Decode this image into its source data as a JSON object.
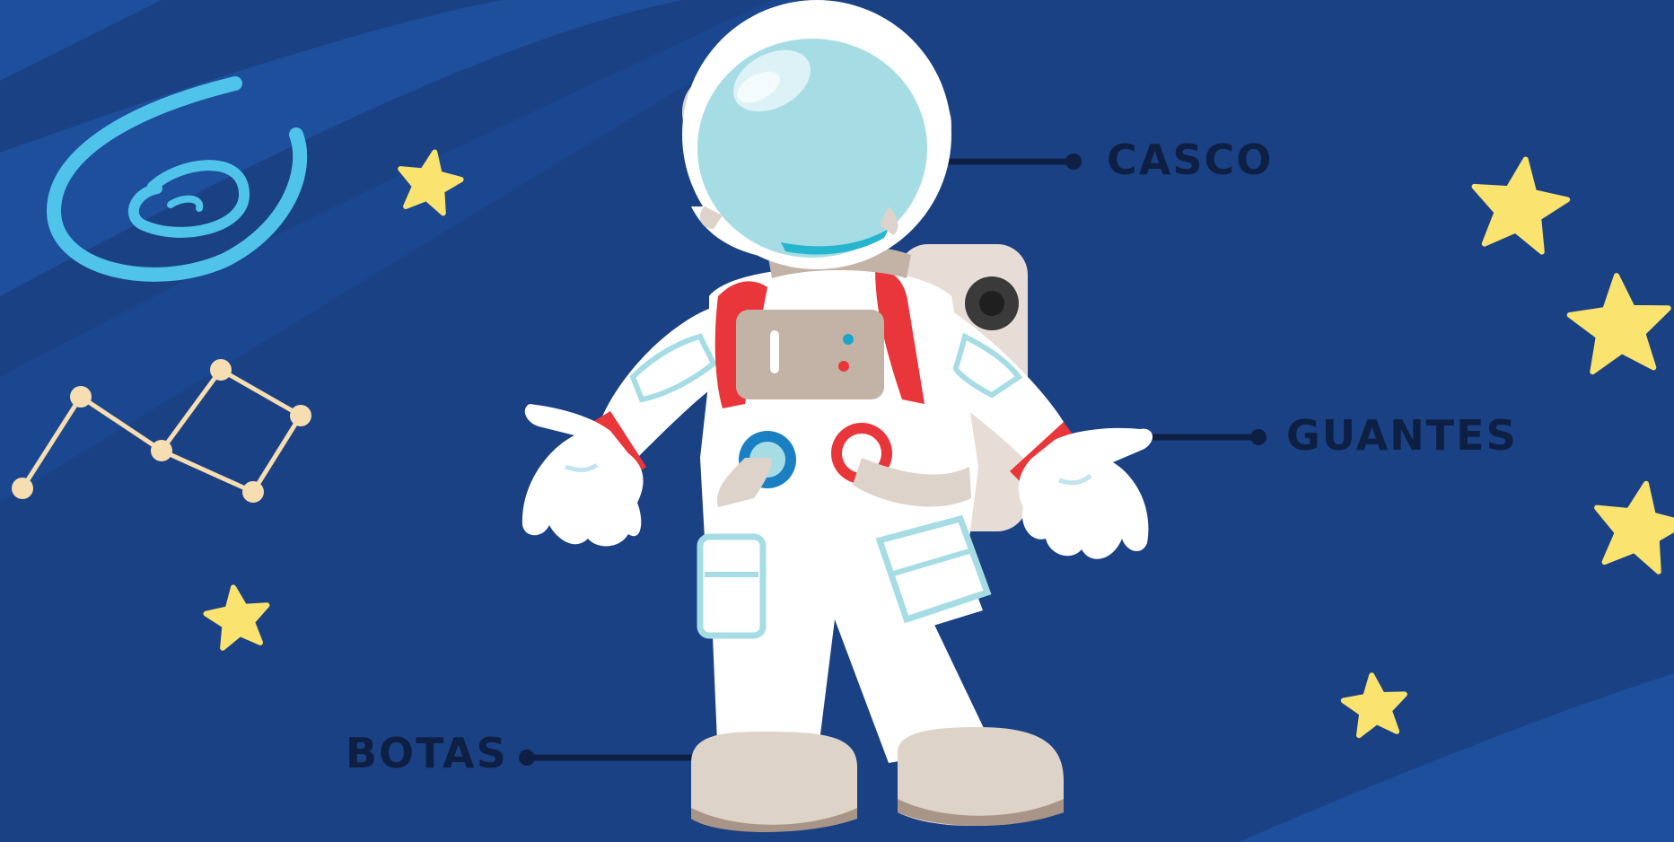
{
  "labels": {
    "helmet": "CASCO",
    "gloves": "GUANTES",
    "boots": "BOTAS"
  },
  "colors": {
    "background": "#1b4185",
    "band": "#1d4f9c",
    "star": "#fbe36f",
    "spiral": "#4fc3ea",
    "constellation": "#f6deb2",
    "label_text": "#0e1f44",
    "suit": "#ffffff",
    "visor": "#a6dde5",
    "accent_red": "#e8363a",
    "accent_blue": "#1b7fc4",
    "boots": "#ded3c8"
  },
  "icons": [
    "spiral-galaxy-icon",
    "constellation-icon",
    "star-icon",
    "astronaut-illustration"
  ]
}
